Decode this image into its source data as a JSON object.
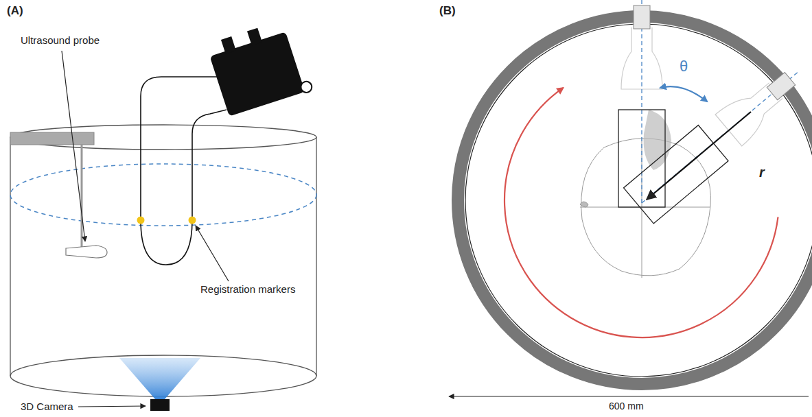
{
  "diagram": {
    "labels": [
      "(A)",
      "(B)",
      "Ultrasound probe",
      "Registration markers",
      "3D Camera",
      "θ",
      "r",
      "600 mm"
    ]
  }
}
